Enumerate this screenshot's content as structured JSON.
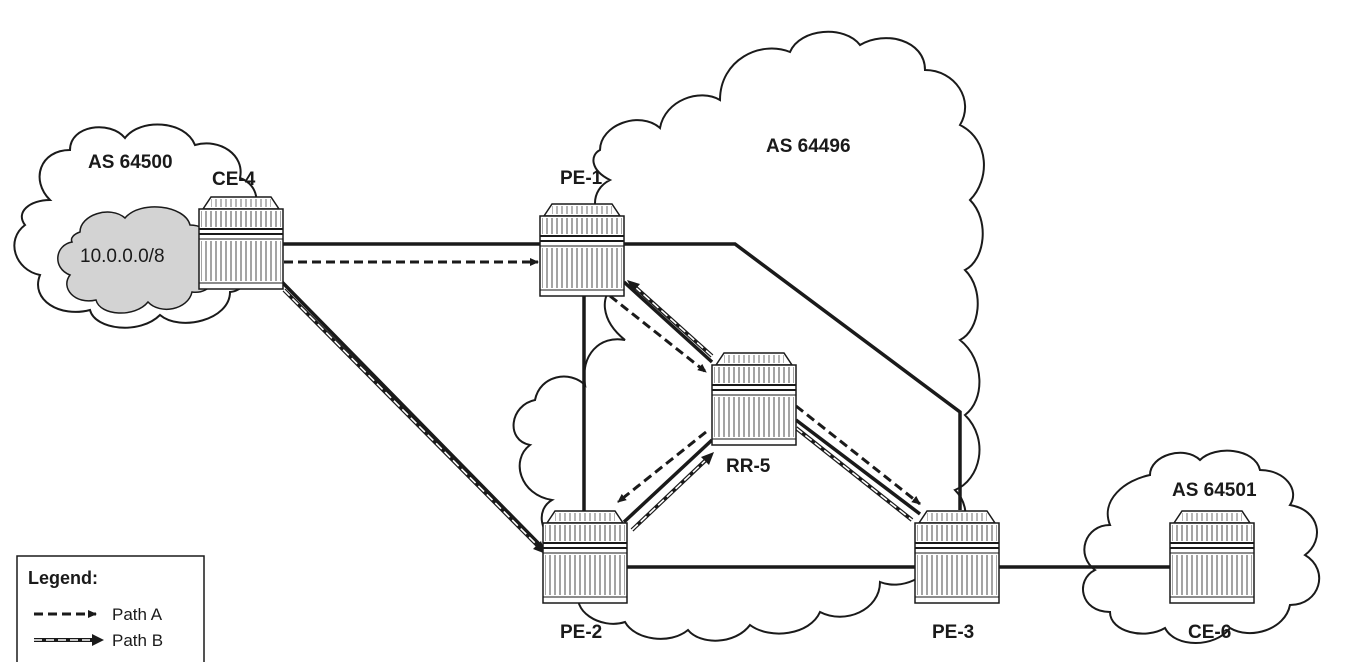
{
  "as_labels": {
    "as64500": "AS 64500",
    "as64496": "AS 64496",
    "as64501": "AS 64501"
  },
  "prefix": "10.0.0.0/8",
  "routers": {
    "ce4": "CE-4",
    "pe1": "PE-1",
    "pe2": "PE-2",
    "pe3": "PE-3",
    "rr5": "RR-5",
    "ce6": "CE-6"
  },
  "legend": {
    "title": "Legend:",
    "path_a": "Path A",
    "path_b": "Path B"
  },
  "colors": {
    "line": "#1a1a1a",
    "router_fill": "#ffffff",
    "prefix_cloud": "#d3d3d3"
  }
}
